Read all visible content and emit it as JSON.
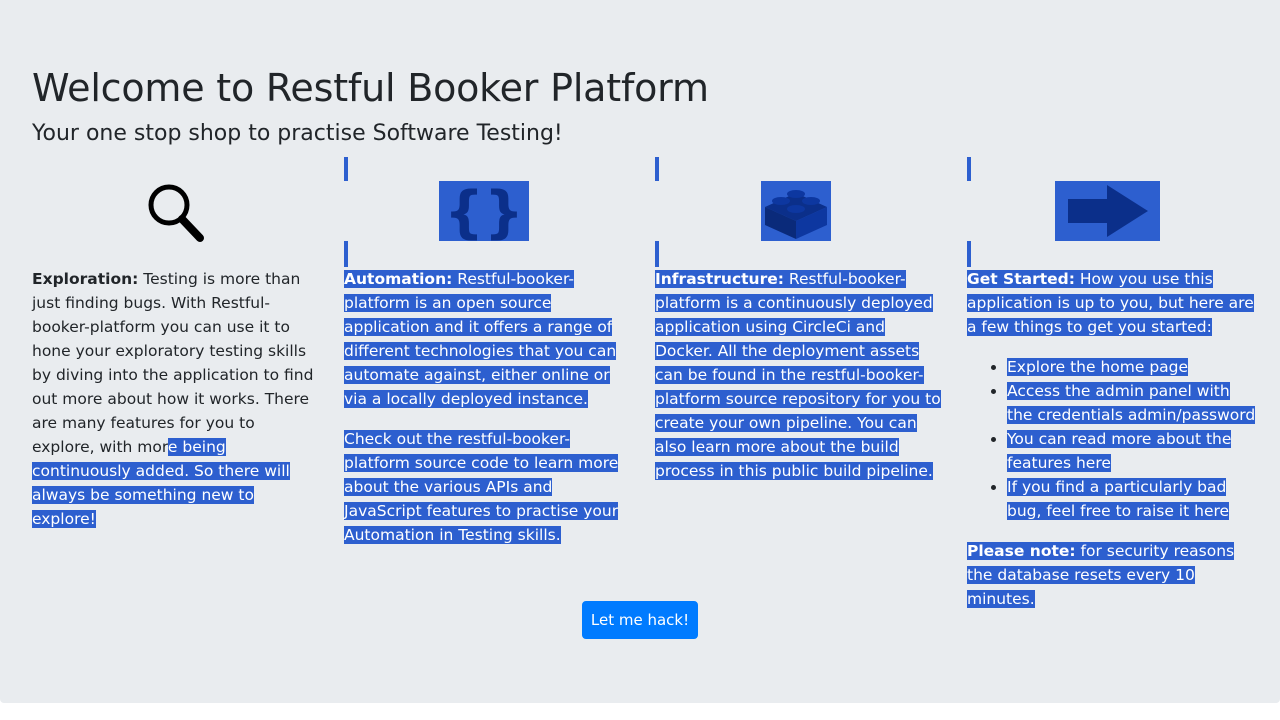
{
  "header": {
    "title": "Welcome to Restful Booker Platform",
    "subtitle": "Your one stop shop to practise Software Testing!"
  },
  "columns": [
    {
      "icon": "magnifying-glass-icon",
      "heading": "Exploration:",
      "body_plain": " Testing is more than just finding bugs. With Restful-booker-platform you can use it to hone your exploratory testing skills by diving into the application to find out more about how it works. There are many features for you to explore, with mor",
      "body_selected": "e being continuously added. So there will always be something new to explore!"
    },
    {
      "icon": "curly-braces-icon",
      "heading": "Automation:",
      "p1": " Restful-booker-platform is an open source application and it offers a range of different technologies that you can automate against, either online or via a locally deployed instance.",
      "p2": "Check out the restful-booker-platform source code to learn more about the various APIs and JavaScript features to practise your Automation in Testing skills."
    },
    {
      "icon": "lego-brick-icon",
      "heading": "Infrastructure:",
      "body": " Restful-booker-platform is a continuously deployed application using CircleCi and Docker. All the deployment assets can be found in the restful-booker-platform source repository for you to create your own pipeline. You can also learn more about the build process in this public build pipeline."
    },
    {
      "icon": "right-arrow-icon",
      "heading": "Get Started:",
      "intro": " How you use this application is up to you, but here are a few things to get you started:",
      "items": [
        "Explore the home page",
        "Access the admin panel with the credentials admin/password",
        "You can read more about the features here",
        "If you find a particularly bad bug, feel free to raise it here"
      ],
      "note_heading": "Please note:",
      "note": " for security reasons the database resets every 10 minutes."
    }
  ],
  "cta": {
    "label": "Let me hack!"
  },
  "colors": {
    "background": "#e9ecef",
    "selection": "#2d5fcf",
    "button": "#007bff",
    "text": "#212529"
  }
}
